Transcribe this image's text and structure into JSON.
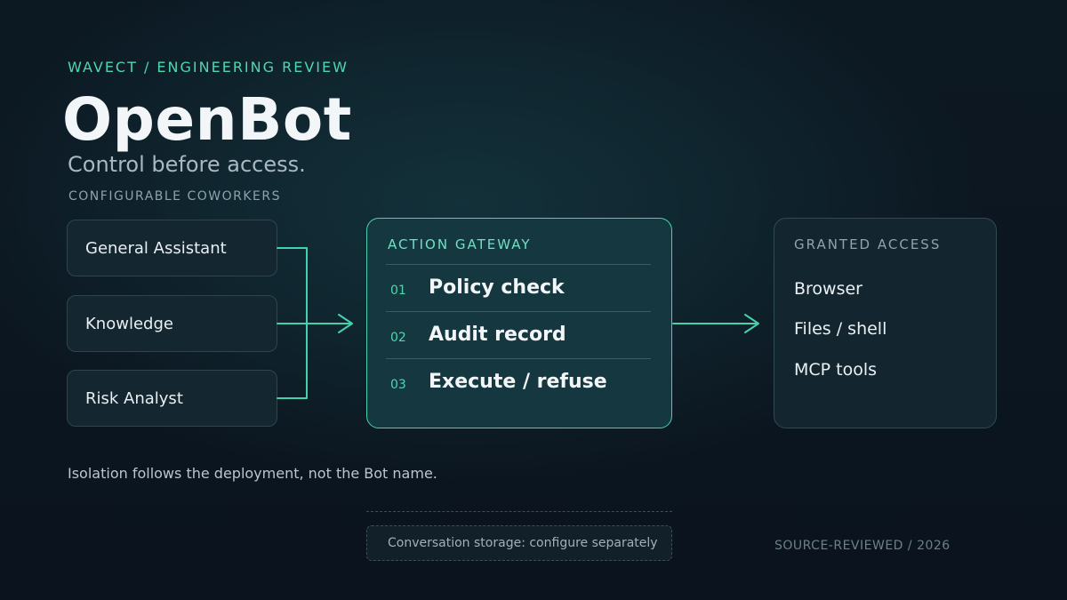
{
  "header": {
    "eyebrow": "WAVECT / ENGINEERING REVIEW",
    "title": "OpenBot",
    "subtitle": "Control before access."
  },
  "coworkers": {
    "label": "CONFIGURABLE COWORKERS",
    "items": [
      "General Assistant",
      "Knowledge",
      "Risk Analyst"
    ]
  },
  "gateway": {
    "label": "ACTION GATEWAY",
    "steps": [
      {
        "num": "01",
        "text": "Policy check"
      },
      {
        "num": "02",
        "text": "Audit record"
      },
      {
        "num": "03",
        "text": "Execute / refuse"
      }
    ]
  },
  "access": {
    "label": "GRANTED ACCESS",
    "items": [
      "Browser",
      "Files / shell",
      "MCP tools"
    ]
  },
  "footer": {
    "isolation_note": "Isolation follows the deployment, not the Bot name.",
    "storage_note": "Conversation storage: configure separately",
    "source": "SOURCE-REVIEWED / 2026"
  },
  "colors": {
    "accent": "#4fd6b0",
    "background": "#0b141e",
    "gateway_border": "#46d1ad"
  }
}
